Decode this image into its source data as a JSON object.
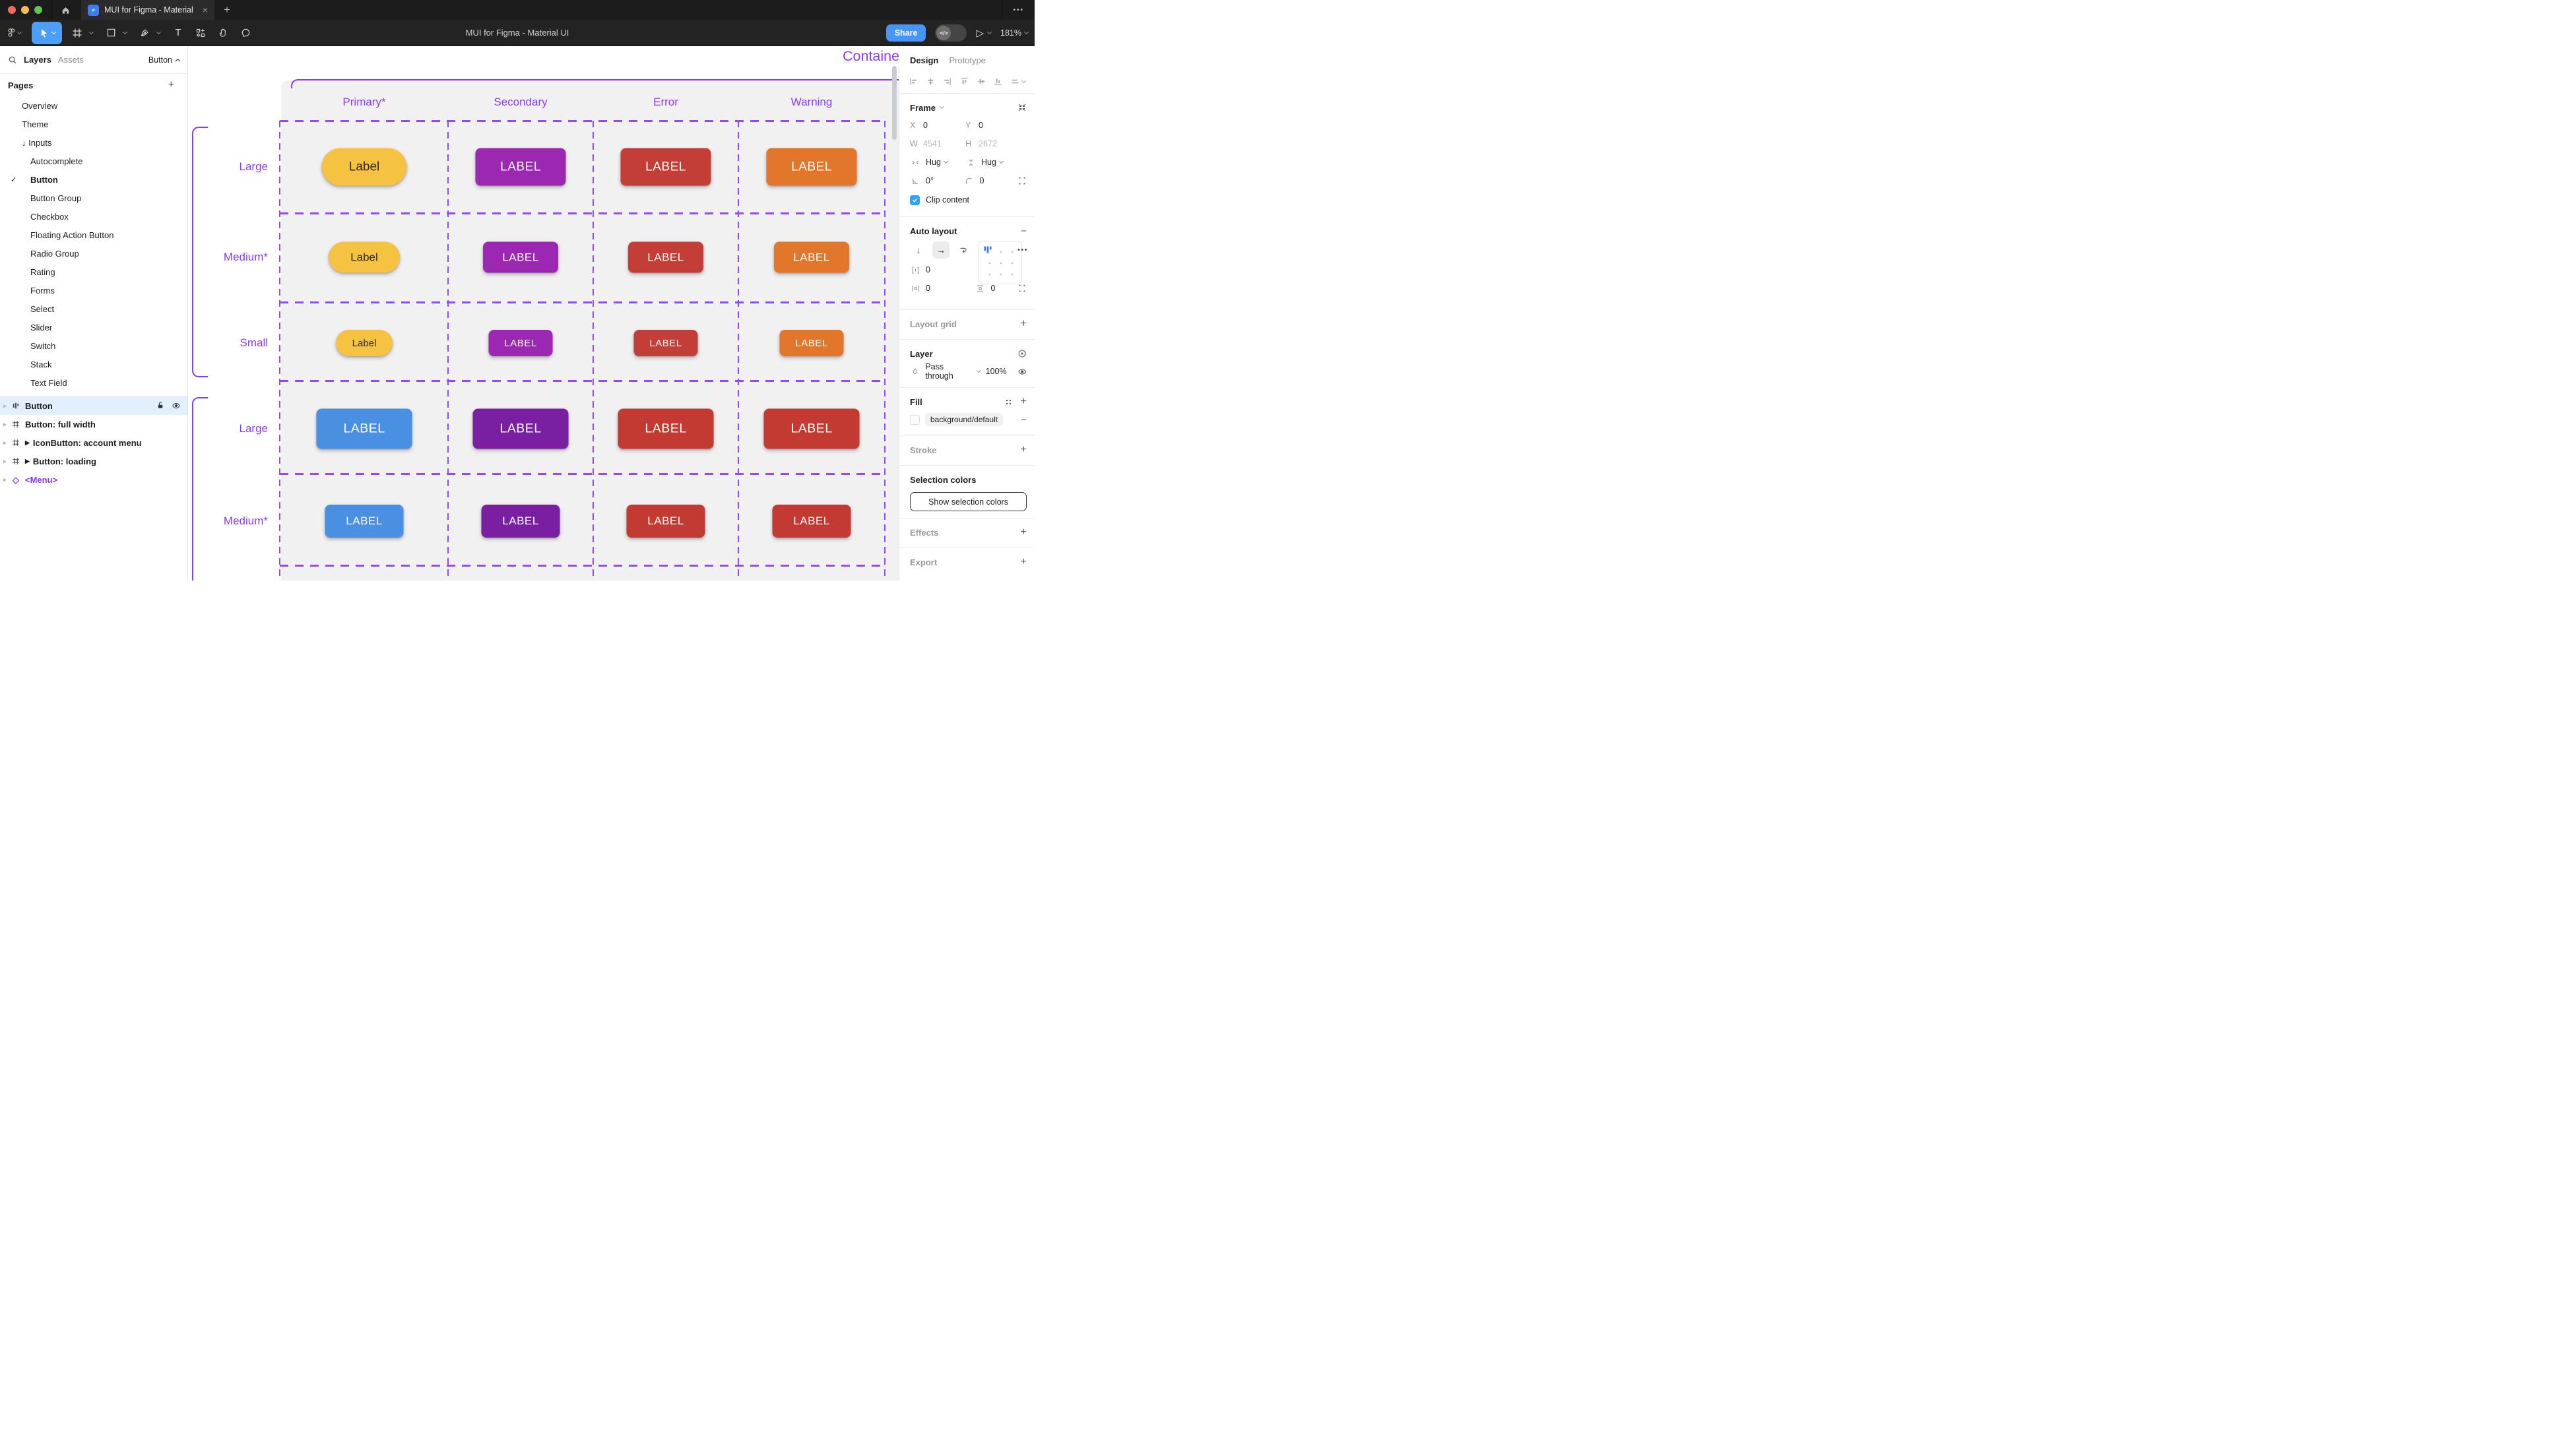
{
  "chrome": {
    "tab_title": "MUI for Figma - Material UI",
    "close_tab": "×",
    "new_tab": "+",
    "overflow_menu": "•••"
  },
  "toolbar": {
    "title": "MUI for Figma - Material UI",
    "share_label": "Share",
    "dev_mode_glyph": "</>",
    "play_glyph": "▷",
    "zoom_level": "181%"
  },
  "left_sidebar": {
    "tabs": [
      {
        "label": "Layers",
        "active": true
      },
      {
        "label": "Assets",
        "active": false
      }
    ],
    "selection_chip": "Button",
    "pages_header": "Pages",
    "add_page": "+",
    "pages": [
      {
        "label": "Overview",
        "level": 1
      },
      {
        "label": "Theme",
        "level": 1
      },
      {
        "label": "Inputs",
        "level": 1,
        "prefix": "↓ "
      },
      {
        "label": "Autocomplete",
        "level": 2
      },
      {
        "label": "Button",
        "level": 2,
        "checked": true
      },
      {
        "label": "Button Group",
        "level": 2
      },
      {
        "label": "Checkbox",
        "level": 2
      },
      {
        "label": "Floating Action Button",
        "level": 2
      },
      {
        "label": "Radio Group",
        "level": 2
      },
      {
        "label": "Rating",
        "level": 2
      },
      {
        "label": "Forms",
        "level": 2
      },
      {
        "label": "Select",
        "level": 2
      },
      {
        "label": "Slider",
        "level": 2
      },
      {
        "label": "Switch",
        "level": 2
      },
      {
        "label": "Stack",
        "level": 2
      },
      {
        "label": "Text Field",
        "level": 2
      }
    ],
    "layers": [
      {
        "label": "Button",
        "icon": "auto-layout",
        "selected": true
      },
      {
        "label": "Button: full width",
        "icon": "frame"
      },
      {
        "label": "IconButton: account menu",
        "icon": "frame",
        "expand_glyph": "▶"
      },
      {
        "label": "Button: loading",
        "icon": "frame",
        "expand_glyph": "▶"
      },
      {
        "label": "<Menu>",
        "icon": "component",
        "component": true
      }
    ]
  },
  "canvas": {
    "frame_title": "Contained",
    "annotation_color": "#8A3CF2",
    "columns": [
      "Primary*",
      "Secondary",
      "Error",
      "Warning"
    ],
    "sections": [
      {
        "rows": [
          {
            "label": "Large",
            "size": "lg",
            "buttons": [
              {
                "text": "Label",
                "bg": "#F5C242",
                "fg": "#32291A",
                "pill": true
              },
              {
                "text": "LABEL",
                "bg": "#9C27B0",
                "fg": "#FFFFFF"
              },
              {
                "text": "LABEL",
                "bg": "#C33E36",
                "fg": "#FFFFFF"
              },
              {
                "text": "LABEL",
                "bg": "#E2772C",
                "fg": "#FFFFFF"
              }
            ]
          },
          {
            "label": "Medium*",
            "size": "md",
            "buttons": [
              {
                "text": "Label",
                "bg": "#F5C242",
                "fg": "#32291A",
                "pill": true
              },
              {
                "text": "LABEL",
                "bg": "#9C27B0",
                "fg": "#FFFFFF"
              },
              {
                "text": "LABEL",
                "bg": "#C33E36",
                "fg": "#FFFFFF"
              },
              {
                "text": "LABEL",
                "bg": "#E2772C",
                "fg": "#FFFFFF"
              }
            ]
          },
          {
            "label": "Small",
            "size": "sm",
            "buttons": [
              {
                "text": "Label",
                "bg": "#F5C242",
                "fg": "#32291A",
                "pill": true
              },
              {
                "text": "LABEL",
                "bg": "#9C27B0",
                "fg": "#FFFFFF"
              },
              {
                "text": "LABEL",
                "bg": "#C33E36",
                "fg": "#FFFFFF"
              },
              {
                "text": "LABEL",
                "bg": "#E2772C",
                "fg": "#FFFFFF"
              }
            ]
          }
        ]
      },
      {
        "rows": [
          {
            "label": "Large",
            "size": "lg2",
            "buttons": [
              {
                "text": "LABEL",
                "bg": "#4A90E2",
                "fg": "#FFFFFF"
              },
              {
                "text": "LABEL",
                "bg": "#7B1FA2",
                "fg": "#FFFFFF"
              },
              {
                "text": "LABEL",
                "bg": "#C23A31",
                "fg": "#FFFFFF"
              },
              {
                "text": "LABEL",
                "bg": "#C23A31",
                "fg": "#FFFFFF"
              }
            ]
          },
          {
            "label": "Medium*",
            "size": "md2",
            "buttons": [
              {
                "text": "LABEL",
                "bg": "#4A90E2",
                "fg": "#FFFFFF"
              },
              {
                "text": "LABEL",
                "bg": "#7B1FA2",
                "fg": "#FFFFFF"
              },
              {
                "text": "LABEL",
                "bg": "#C23A31",
                "fg": "#FFFFFF"
              },
              {
                "text": "LABEL",
                "bg": "#C23A31",
                "fg": "#FFFFFF"
              }
            ]
          }
        ]
      }
    ]
  },
  "right_sidebar": {
    "tabs": [
      {
        "label": "Design",
        "active": true
      },
      {
        "label": "Prototype",
        "active": false
      }
    ],
    "frame": {
      "title": "Frame",
      "x_label": "X",
      "x_value": "0",
      "y_label": "Y",
      "y_value": "0",
      "w_label": "W",
      "w_value": "4541",
      "h_label": "H",
      "h_value": "2672",
      "hug_h": "Hug",
      "hug_v": "Hug",
      "rotation": "0°",
      "corner_radius": "0",
      "clip_label": "Clip content"
    },
    "auto_layout": {
      "title": "Auto layout",
      "remove": "−",
      "down": "↓",
      "right": "→",
      "gap": "0",
      "padding_h": "0",
      "padding_v": "0",
      "more": "•••"
    },
    "layout_grid": {
      "title": "Layout grid",
      "add": "+"
    },
    "layer": {
      "title": "Layer",
      "blend_mode": "Pass through",
      "opacity": "100%"
    },
    "fill": {
      "title": "Fill",
      "token": "background/default",
      "add": "+",
      "remove": "−"
    },
    "stroke": {
      "title": "Stroke",
      "add": "+"
    },
    "selection_colors": {
      "title": "Selection colors",
      "button_label": "Show selection colors"
    },
    "effects": {
      "title": "Effects",
      "add": "+"
    },
    "export": {
      "title": "Export",
      "add": "+"
    }
  }
}
